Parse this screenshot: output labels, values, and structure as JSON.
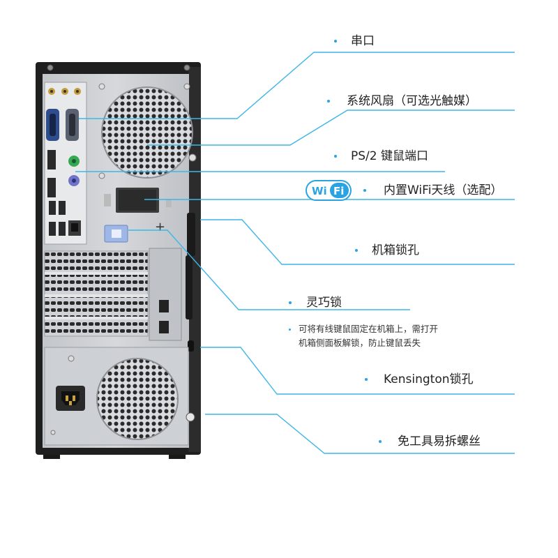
{
  "colors": {
    "leader_line": "#3fb6e8",
    "bullet": "#2aa3e3",
    "case_frame": "#1e1e1e",
    "case_panel": "#c9ccd0",
    "wifi_badge": "#2aa3e3"
  },
  "callouts": [
    {
      "key": "serial",
      "label": "串口"
    },
    {
      "key": "fan",
      "label": "系统风扇（可选光触媒）"
    },
    {
      "key": "ps2",
      "label": "PS/2 键鼠端口"
    },
    {
      "key": "wifi",
      "label": "内置WiFi天线（选配）"
    },
    {
      "key": "chassis_lock",
      "label": "机箱锁孔"
    },
    {
      "key": "smart_lock",
      "label": "灵巧锁"
    },
    {
      "key": "kensington",
      "label": "Kensington锁孔"
    },
    {
      "key": "screw",
      "label": "免工具易拆螺丝"
    }
  ],
  "smart_lock_note": {
    "line1": "可将有线键鼠固定在机箱上，需打开",
    "line2": "机箱侧面板解锁，防止键鼠丢失"
  },
  "wifi_badge": {
    "text_left": "Wi",
    "text_right": "Fi",
    "icon": "wifi-logo-icon"
  }
}
